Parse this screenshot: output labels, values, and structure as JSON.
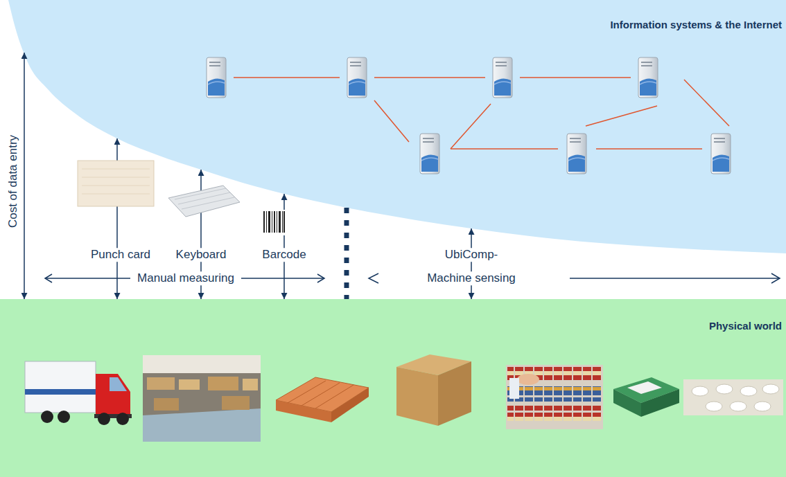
{
  "diagram": {
    "nodes": [
      {
        "text": [
          "Information systems & the Internet"
        ]
      },
      {
        "text": [
          "Physical world"
        ]
      }
    ],
    "edges": [
      {
        "from": 1,
        "to": 0,
        "arrow": "both"
      },
      {
        "from": 1,
        "to": 0,
        "arrow": "both"
      },
      {
        "from": 1,
        "to": 0,
        "arrow": "both"
      },
      {
        "from": 1,
        "to": 0,
        "arrow": "both"
      },
      {
        "from": 1,
        "to": 0,
        "arrow": "both"
      }
    ],
    "labels": [
      "Cost of data entry",
      "Punch card",
      "Keyboard",
      "Barcode",
      "Manual measuring",
      "UbiComp-",
      "Machine sensing"
    ]
  }
}
